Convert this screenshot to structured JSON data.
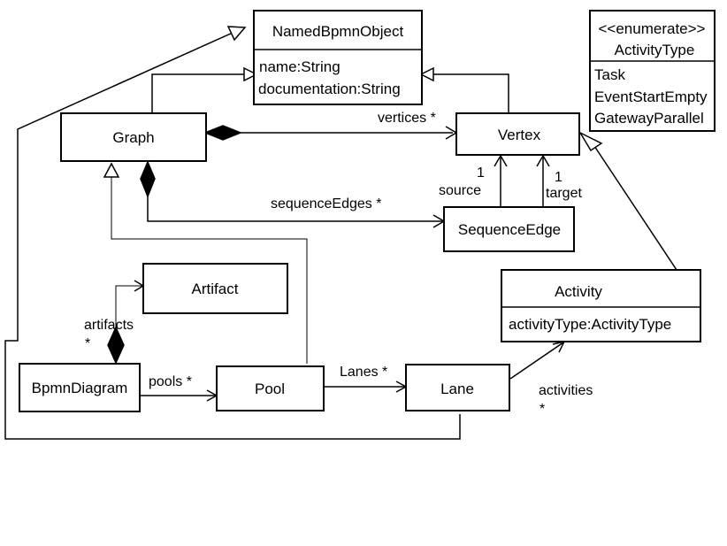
{
  "classes": {
    "named_bpmn_object": {
      "name": "NamedBpmnObject",
      "attributes": [
        "name:String",
        "documentation:String"
      ]
    },
    "activity_type": {
      "stereotype": "<<enumerate>>",
      "name": "ActivityType",
      "literals": [
        "Task",
        "EventStartEmpty",
        "GatewayParallel"
      ]
    },
    "graph": {
      "name": "Graph"
    },
    "vertex": {
      "name": "Vertex"
    },
    "sequence_edge": {
      "name": "SequenceEdge"
    },
    "artifact": {
      "name": "Artifact"
    },
    "activity": {
      "name": "Activity",
      "attributes": [
        "activityType:ActivityType"
      ]
    },
    "bpmn_diagram": {
      "name": "BpmnDiagram"
    },
    "pool": {
      "name": "Pool"
    },
    "lane": {
      "name": "Lane"
    }
  },
  "labels": {
    "vertices": "vertices *",
    "source_mult": "1",
    "source_role": "source",
    "target_mult": "1",
    "target_role": "target",
    "sequence_edges": "sequenceEdges *",
    "artifacts_role": "artifacts",
    "artifacts_mult": "*",
    "pools": "pools *",
    "lanes": "Lanes *",
    "activities_role": "activities",
    "activities_mult": "*"
  }
}
